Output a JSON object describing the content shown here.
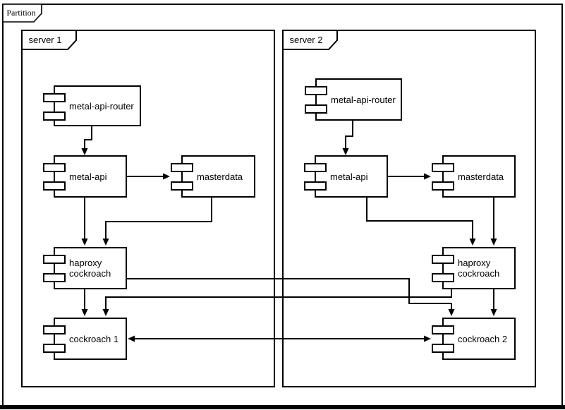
{
  "diagram": {
    "type": "uml-component-diagram",
    "title": "Partition",
    "frames": [
      {
        "label": "server 1",
        "components": [
          {
            "label": "metal-api-router"
          },
          {
            "label": "metal-api"
          },
          {
            "label": "masterdata"
          },
          {
            "label": "haproxy cockroach"
          },
          {
            "label": "cockroach 1"
          }
        ]
      },
      {
        "label": "server 2",
        "components": [
          {
            "label": "metal-api-router"
          },
          {
            "label": "metal-api"
          },
          {
            "label": "masterdata"
          },
          {
            "label": "haproxy cockroach"
          },
          {
            "label": "cockroach 2"
          }
        ]
      }
    ],
    "connections": [
      {
        "from": "server 1 / metal-api-router",
        "to": "server 1 / metal-api",
        "arrow": "one-way"
      },
      {
        "from": "server 1 / metal-api",
        "to": "server 1 / masterdata",
        "arrow": "one-way"
      },
      {
        "from": "server 1 / metal-api",
        "to": "server 1 / haproxy cockroach",
        "arrow": "one-way"
      },
      {
        "from": "server 1 / masterdata",
        "to": "server 1 / haproxy cockroach",
        "arrow": "one-way"
      },
      {
        "from": "server 1 / haproxy cockroach",
        "to": "server 1 / cockroach 1",
        "arrow": "one-way"
      },
      {
        "from": "server 1 / haproxy cockroach",
        "to": "server 2 / cockroach 2",
        "arrow": "one-way"
      },
      {
        "from": "server 2 / metal-api-router",
        "to": "server 2 / metal-api",
        "arrow": "one-way"
      },
      {
        "from": "server 2 / metal-api",
        "to": "server 2 / masterdata",
        "arrow": "one-way"
      },
      {
        "from": "server 2 / metal-api",
        "to": "server 2 / haproxy cockroach",
        "arrow": "one-way"
      },
      {
        "from": "server 2 / masterdata",
        "to": "server 2 / haproxy cockroach",
        "arrow": "one-way"
      },
      {
        "from": "server 2 / haproxy cockroach",
        "to": "server 2 / cockroach 2",
        "arrow": "one-way"
      },
      {
        "from": "server 2 / haproxy cockroach",
        "to": "server 1 / cockroach 1",
        "arrow": "one-way"
      },
      {
        "from": "server 1 / cockroach 1",
        "to": "server 2 / cockroach 2",
        "arrow": "two-way"
      }
    ],
    "colors": {
      "stroke": "#000000",
      "fill": "#ffffff",
      "background": "#ffffff"
    }
  }
}
